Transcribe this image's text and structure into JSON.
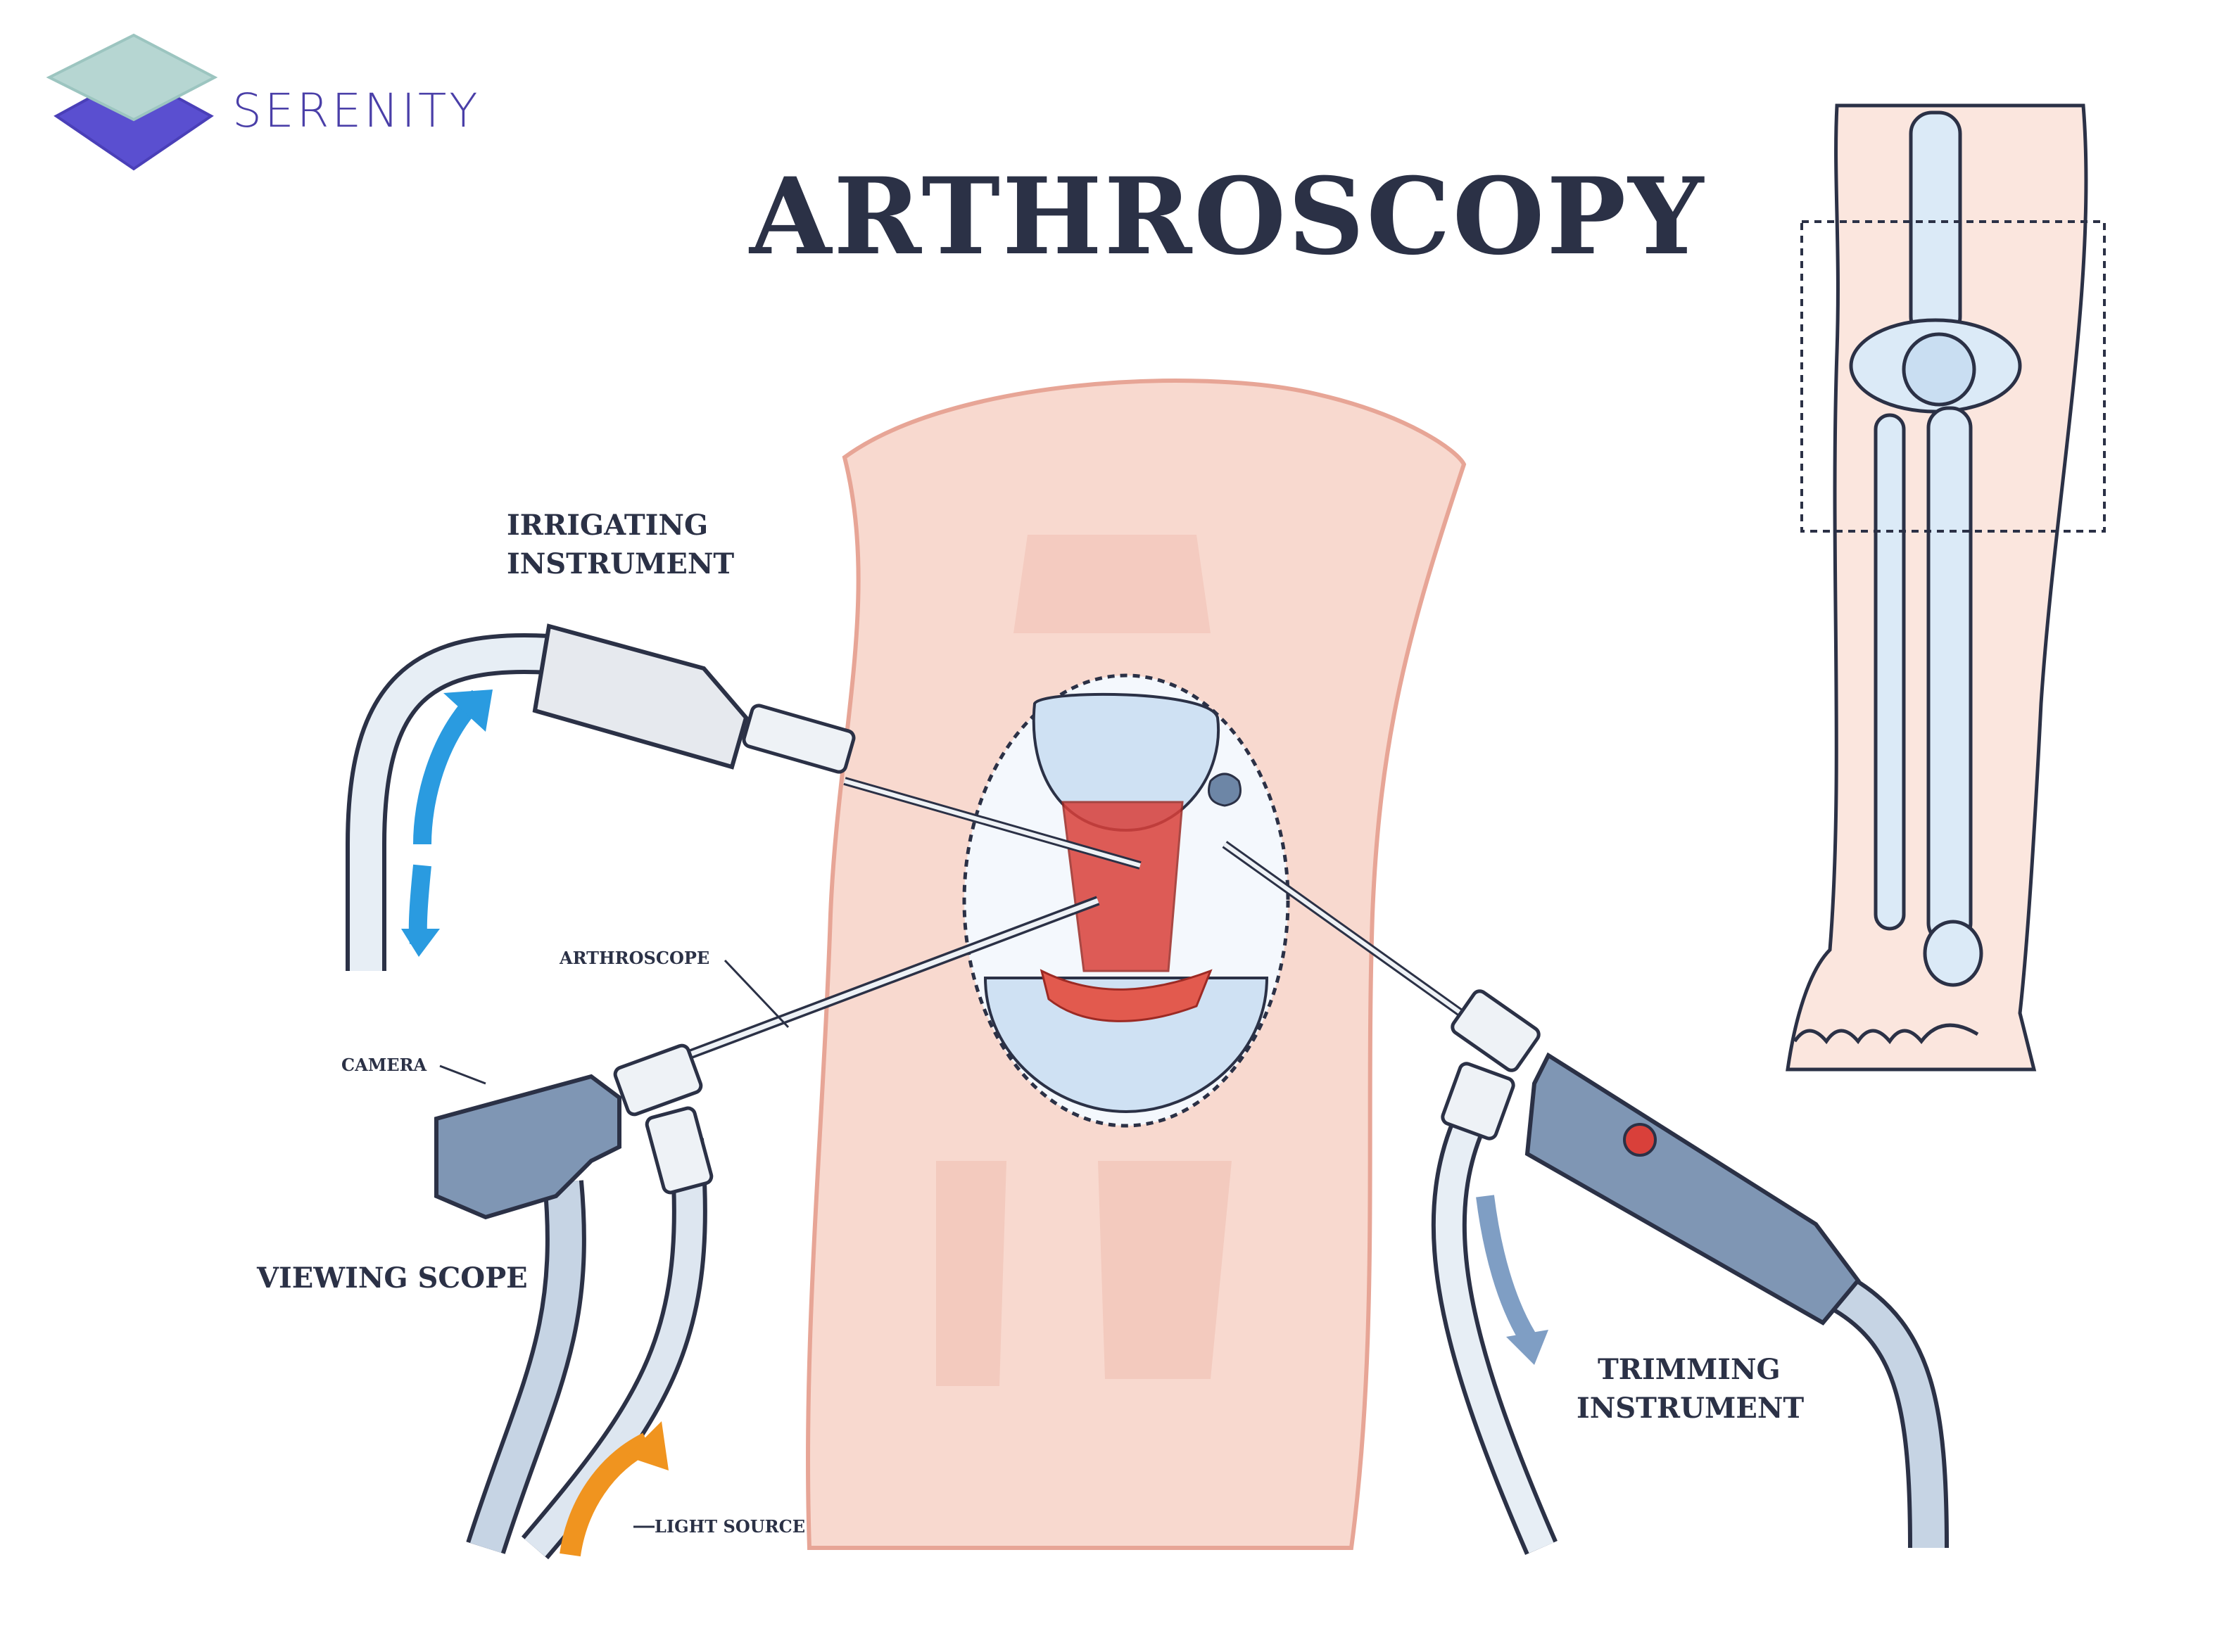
{
  "brand": {
    "name": "SERENITY"
  },
  "title": "ARTHROSCOPY",
  "labels": {
    "irrigating_line1": "IRRIGATING",
    "irrigating_line2": "INSTRUMENT",
    "arthroscope": "ARTHROSCOPE",
    "camera": "CAMERA",
    "viewing_scope": "VIEWING SCOPE",
    "light_source": "LIGHT SOURCE",
    "trimming_line1": "TRIMMING",
    "trimming_line2": "INSTRUMENT"
  },
  "colors": {
    "title": "#2b3146",
    "brand_text": "#4a3fa8",
    "logo_top": "#b6d6d2",
    "logo_bottom": "#5a4fd0",
    "skin": "#f8d9cf",
    "skin_dark": "#efb3a6",
    "bone": "#dbeaf7",
    "bone_dark": "#aac8e6",
    "instrument_grey": "#8aa0bc",
    "flow_arrow_blue": "#2a9be0",
    "light_arrow_orange": "#f0941f",
    "tissue_red": "#d9403a"
  }
}
